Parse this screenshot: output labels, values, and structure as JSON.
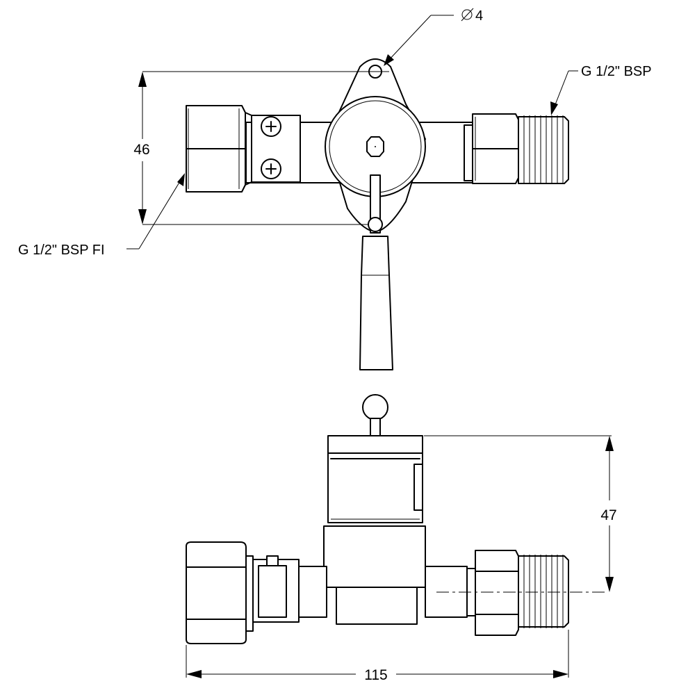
{
  "callouts": {
    "hole_diameter": "4",
    "outlet_thread": "G 1/2\" BSP",
    "inlet_thread": "G 1/2\" BSP FI"
  },
  "dimensions": {
    "top_height": "46",
    "side_height": "47",
    "overall_length": "115"
  }
}
